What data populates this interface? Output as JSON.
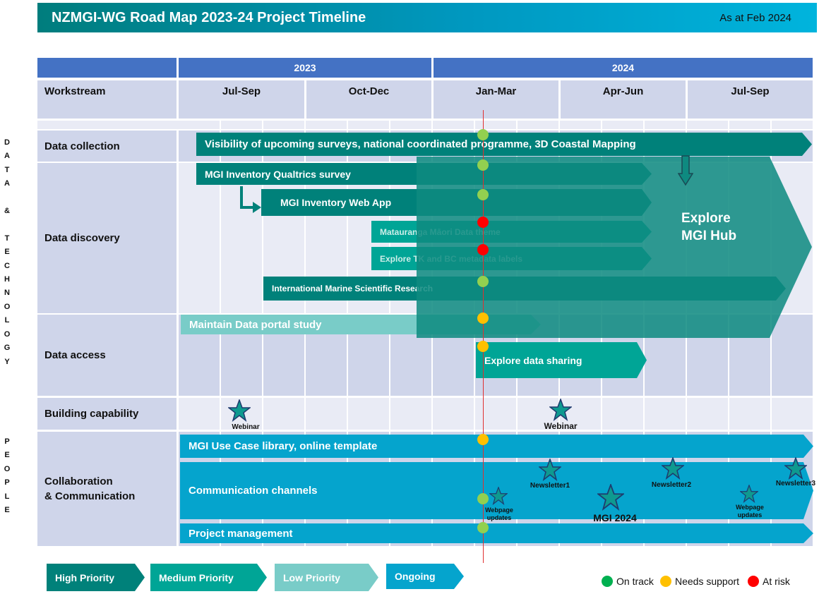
{
  "header": {
    "title": "NZMGI-WG Road Map 2023-24 Project Timeline",
    "as_at": "As at Feb 2024"
  },
  "years": [
    "2023",
    "2024"
  ],
  "columns": {
    "workstream": "Workstream",
    "quarters": [
      "Jul-Sep",
      "Oct-Dec",
      "Jan-Mar",
      "Apr-Jun",
      "Jul-Sep"
    ]
  },
  "side_labels": {
    "data_technology": [
      "D",
      "A",
      "T",
      "A",
      "",
      "&",
      "",
      "T",
      "E",
      "C",
      "H",
      "N",
      "O",
      "L",
      "O",
      "G",
      "Y"
    ],
    "people": [
      "P",
      "E",
      "O",
      "P",
      "L",
      "E"
    ]
  },
  "rows": {
    "data_collection": "Data collection",
    "data_discovery": "Data discovery",
    "data_access": "Data access",
    "building_capability": "Building capability",
    "collab_line1": "Collaboration",
    "collab_line2": "& Communication"
  },
  "bars": {
    "visibility": "Visibility of upcoming surveys, national coordinated programme, 3D Coastal Mapping",
    "qualtrics": "MGI Inventory Qualtrics survey",
    "webapp": "MGI Inventory Web App",
    "matauranga": "Matauranga Māori Data theme",
    "tk_bc": "Explore TK and BC metadata labels",
    "imsr": "International Marine Scientific Research",
    "portal": "Maintain Data portal study",
    "sharing": "Explore data sharing",
    "use_case": "MGI Use Case library, online template",
    "channels": "Communication channels",
    "project_mgmt": "Project management",
    "hub_line1": "Explore",
    "hub_line2": "MGI Hub"
  },
  "milestones": {
    "webinar1": "Webinar",
    "webinar2": "Webinar",
    "newsletter1": "Newsletter1",
    "newsletter2": "Newsletter2",
    "newsletter3": "Newsletter3",
    "webpage1_line1": "Webpage",
    "webpage1_line2": "updates",
    "webpage2_line1": "Webpage",
    "webpage2_line2": "updates",
    "mgi2024": "MGI 2024"
  },
  "status": {
    "visibility": "on-track",
    "qualtrics": "on-track",
    "webapp": "on-track",
    "matauranga": "at-risk",
    "tk_bc": "at-risk",
    "imsr": "on-track",
    "portal": "needs-support",
    "sharing": "needs-support",
    "use_case": "needs-support",
    "channels": "on-track",
    "project_mgmt": "on-track"
  },
  "legend": {
    "priorities": [
      "High Priority",
      "Medium Priority",
      "Low Priority",
      "Ongoing"
    ],
    "on_track": "On track",
    "needs_support": "Needs support",
    "at_risk": "At risk"
  },
  "colors": {
    "high": "#00817a",
    "medium": "#00a596",
    "low": "#79ccc8",
    "ongoing": "#05a4cd",
    "on_track": "#92d050",
    "needs_support": "#ffc000",
    "at_risk": "#ff0000",
    "year_header": "#4472c4",
    "today_line": "#e03030"
  }
}
